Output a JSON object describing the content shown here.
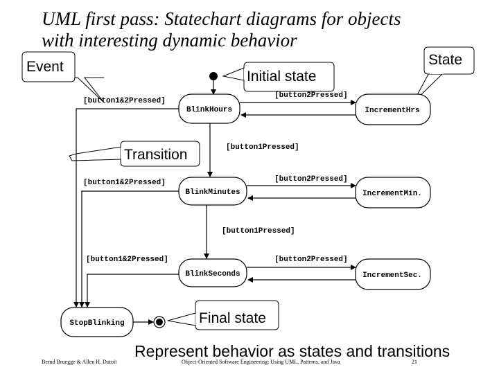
{
  "title_line1": "UML first pass: Statechart diagrams for objects",
  "title_line2": "with interesting dynamic behavior",
  "callouts": {
    "event": "Event",
    "state": "State",
    "initial_state": "Initial state",
    "transition": "Transition",
    "final_state": "Final state"
  },
  "states": {
    "blink_hours": "BlinkHours",
    "increment_hrs": "IncrementHrs",
    "blink_minutes": "BlinkMinutes",
    "increment_min": "IncrementMin.",
    "blink_seconds": "BlinkSeconds",
    "increment_sec": "IncrementSec.",
    "stop_blinking": "StopBlinking"
  },
  "events": {
    "b12_top": "[button1&2Pressed]",
    "b12_mid": "[button1&2Pressed]",
    "b12_bottom": "[button1&2Pressed]",
    "b2_top": "[button2Pressed]",
    "b2_mid": "[button2Pressed]",
    "b2_bottom": "[button2Pressed]",
    "b1_top": "[button1Pressed]",
    "b1_mid": "[button1Pressed]"
  },
  "subtitle": "Represent behavior as states and transitions",
  "footer": {
    "authors": "Bernd Bruegge & Allen H. Dutoit",
    "book": "Object-Oriented Software Engineering: Using UML, Patterns, and Java",
    "page": "21"
  }
}
